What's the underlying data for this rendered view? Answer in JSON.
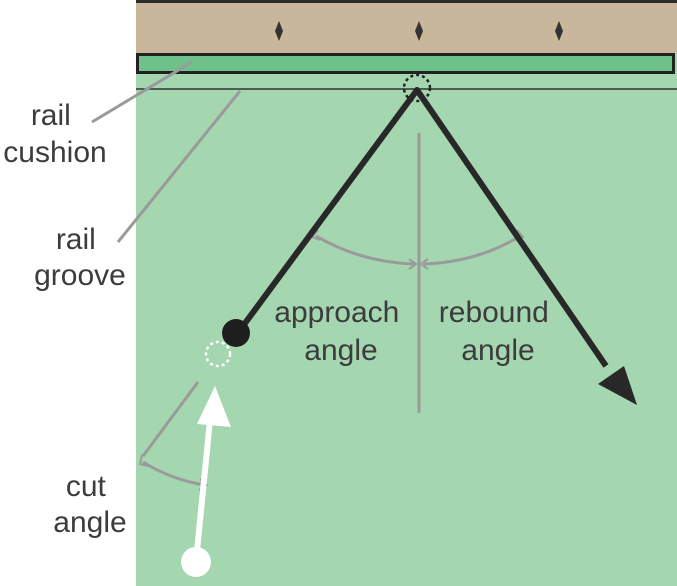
{
  "labels": {
    "rail_cushion": [
      "rail",
      "cushion"
    ],
    "rail_groove": [
      "rail",
      "groove"
    ],
    "approach_angle": [
      "approach",
      "angle"
    ],
    "rebound_angle": [
      "rebound",
      "angle"
    ],
    "cut_angle": [
      "cut",
      "angle"
    ]
  },
  "colors": {
    "table_felt": "#a4d6b0",
    "rail_wood": "#c9b79b",
    "rail_cushion": "#6ec18a",
    "ball_path": "#282828",
    "annotation_gray": "#9a9a9a",
    "cue_ball_path": "#ffffff",
    "diamond": "#333333"
  }
}
